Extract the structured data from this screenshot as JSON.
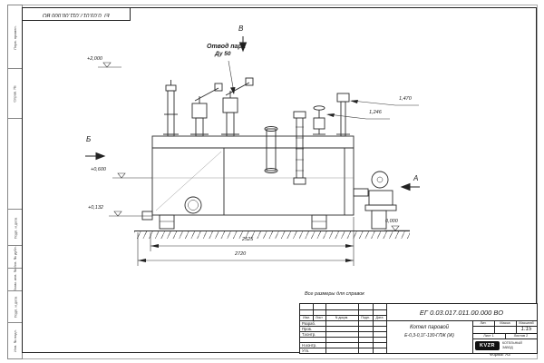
{
  "stamp_top": "ЕГ 0.03.017.011.00.000  ВО",
  "margin_labels": [
    "Перв. примен.",
    "Справ. №",
    "Подп. и дата",
    "Инв. № дубл.",
    "Взам. инв. №",
    "Подп. и дата",
    "Инв. № подл."
  ],
  "note": "Все размеры для справок",
  "callout": {
    "line1": "Отвод пара",
    "line2": "Ду 50"
  },
  "views": {
    "a": "А",
    "b": "Б",
    "v": "В"
  },
  "elevations": {
    "plus2000": "+2,000",
    "plus0600": "+0,600",
    "plus0132": "+0,132",
    "zero": "0,000"
  },
  "heights": {
    "h1470": "1,470",
    "h1246": "1,246"
  },
  "dims": {
    "d2525": "2525",
    "d2720": "2720"
  },
  "title_block": {
    "designation": "ЕГ 0.03.017.011.00.000  ВО",
    "name_line1": "Котел паровой",
    "name_line2": "Е-0,3-0,1Г-130-ГЛЖ (Ж)",
    "col_izm": "Изм.",
    "col_list": "Лист",
    "col_doc": "N докум.",
    "col_podp": "Подп.",
    "col_data": "Дата",
    "row_razrab": "Разраб.",
    "row_prov": "Пров.",
    "row_tkontr": "Т.контр.",
    "row_nkontr": "Н.контр.",
    "row_utv": "Утв.",
    "lit": "Лит.",
    "mass": "Масса",
    "scale": "Масштаб",
    "scale_value": "1:15",
    "sheet": "Лист 1",
    "sheets": "Листов 2",
    "logo": "KVZR",
    "company_line1": "КОТЕЛЬНЫЙ",
    "company_line2": "ЗАВОД",
    "format": "Формат А3"
  }
}
